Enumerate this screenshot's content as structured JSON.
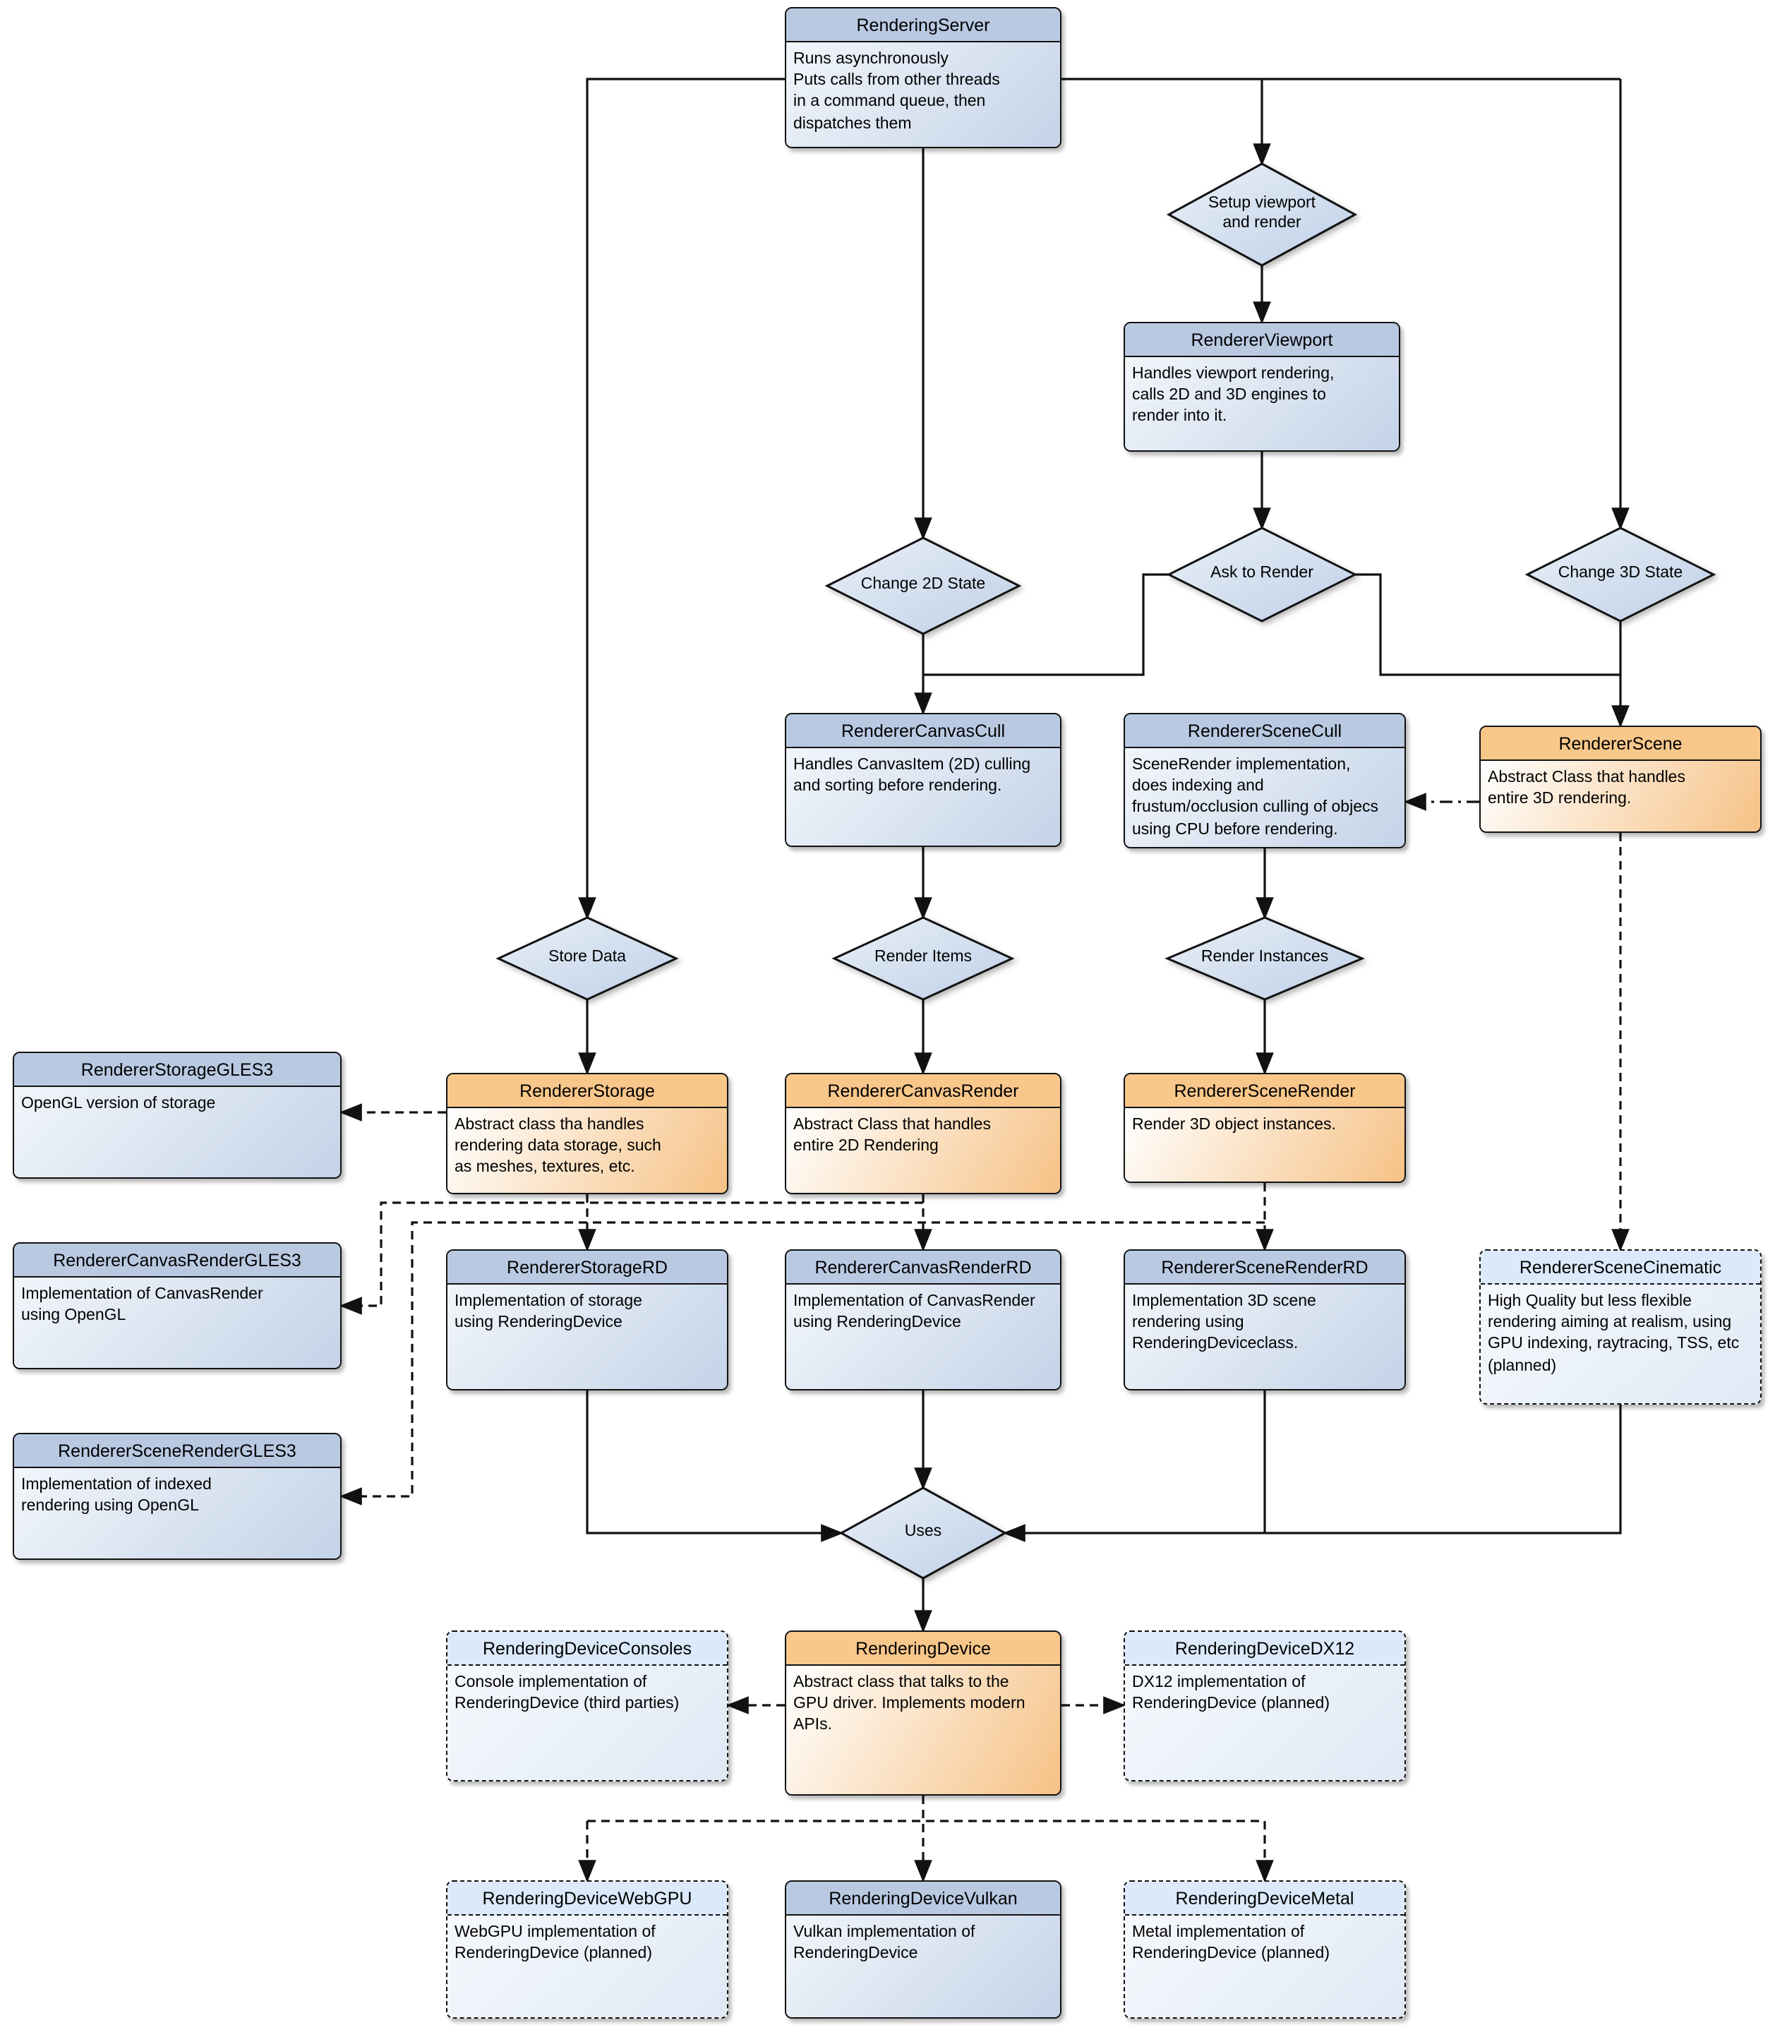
{
  "colors": {
    "node_blue_header": "#b9c9e2",
    "node_orange_header": "#f8c78a",
    "node_planned_header": "#dbe9fa",
    "line": "#111111"
  },
  "nodes": {
    "rendering_server": {
      "title": "RenderingServer",
      "body": "Runs asynchronously\nPuts calls from other threads\nin a command queue, then\ndispatches them"
    },
    "renderer_viewport": {
      "title": "RendererViewport",
      "body": "Handles viewport rendering,\ncalls 2D and 3D engines to\nrender into it."
    },
    "renderer_canvas_cull": {
      "title": "RendererCanvasCull",
      "body": "Handles CanvasItem (2D) culling\nand sorting before rendering."
    },
    "renderer_scene_cull": {
      "title": "RendererSceneCull",
      "body": "SceneRender implementation,\ndoes indexing and\nfrustum/occlusion culling of objecs\nusing CPU before rendering."
    },
    "renderer_scene": {
      "title": "RendererScene",
      "body": "Abstract Class that handles\nentire 3D rendering."
    },
    "renderer_storage_gles3": {
      "title": "RendererStorageGLES3",
      "body": "OpenGL version of storage"
    },
    "renderer_storage": {
      "title": "RendererStorage",
      "body": "Abstract class tha handles\nrendering data storage, such\nas meshes, textures, etc."
    },
    "renderer_canvas_render": {
      "title": "RendererCanvasRender",
      "body": "Abstract Class that handles\nentire 2D Rendering"
    },
    "renderer_scene_render": {
      "title": "RendererSceneRender",
      "body": "Render 3D object instances."
    },
    "renderer_canvas_render_gles3": {
      "title": "RendererCanvasRenderGLES3",
      "body": "Implementation of CanvasRender\nusing OpenGL"
    },
    "renderer_storage_rd": {
      "title": "RendererStorageRD",
      "body": "Implementation of storage\nusing RenderingDevice"
    },
    "renderer_canvas_render_rd": {
      "title": "RendererCanvasRenderRD",
      "body": "Implementation of CanvasRender\nusing RenderingDevice"
    },
    "renderer_scene_render_rd": {
      "title": "RendererSceneRenderRD",
      "body": "Implementation 3D scene\nrendering using\nRenderingDeviceclass."
    },
    "renderer_scene_cinematic": {
      "title": "RendererSceneCinematic",
      "body": "High Quality but less flexible\nrendering aiming at realism, using\nGPU indexing, raytracing, TSS, etc\n(planned)"
    },
    "renderer_scene_render_gles3": {
      "title": "RendererSceneRenderGLES3",
      "body": "Implementation of indexed\nrendering using OpenGL"
    },
    "rendering_device_consoles": {
      "title": "RenderingDeviceConsoles",
      "body": "Console implementation of\nRenderingDevice (third parties)"
    },
    "rendering_device": {
      "title": "RenderingDevice",
      "body": "Abstract class that talks to the\nGPU driver. Implements modern\nAPIs."
    },
    "rendering_device_dx12": {
      "title": "RenderingDeviceDX12",
      "body": "DX12 implementation of\nRenderingDevice (planned)"
    },
    "rendering_device_webgpu": {
      "title": "RenderingDeviceWebGPU",
      "body": "WebGPU implementation of\nRenderingDevice (planned)"
    },
    "rendering_device_vulkan": {
      "title": "RenderingDeviceVulkan",
      "body": "Vulkan implementation of\nRenderingDevice"
    },
    "rendering_device_metal": {
      "title": "RenderingDeviceMetal",
      "body": "Metal implementation of\nRenderingDevice (planned)"
    }
  },
  "decisions": {
    "setup_viewport": "Setup viewport\nand render",
    "change_2d_state": "Change 2D State",
    "ask_to_render": "Ask to Render",
    "change_3d_state": "Change 3D State",
    "store_data": "Store Data",
    "render_items": "Render Items",
    "render_instances": "Render Instances",
    "uses": "Uses"
  }
}
